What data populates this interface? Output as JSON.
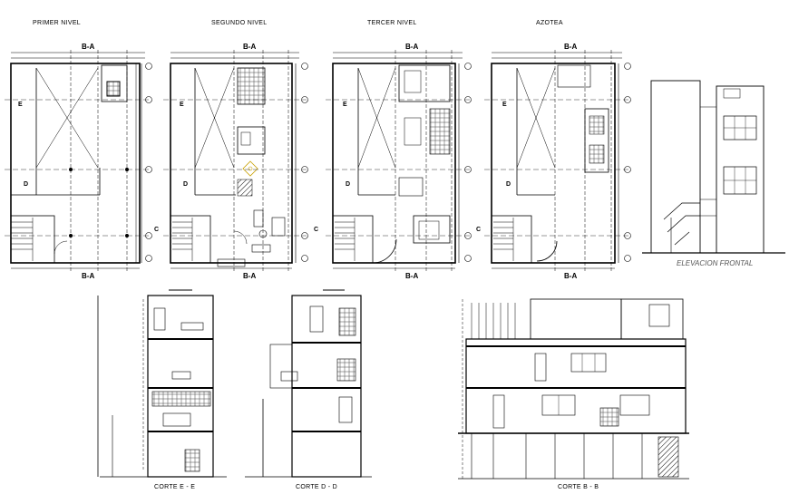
{
  "plans": [
    {
      "title": "PRIMER NIVEL",
      "axis_top": "B-A",
      "axis_bottom": "B-A"
    },
    {
      "title": "SEGUNDO NIVEL",
      "axis_top": "B-A",
      "axis_bottom": "B-A"
    },
    {
      "title": "TERCER NIVEL",
      "axis_top": "B-A",
      "axis_bottom": "B-A"
    },
    {
      "title": "AZOTEA",
      "axis_top": "B-A",
      "axis_bottom": "B-A"
    }
  ],
  "elevation": {
    "title": "ELEVACION FRONTAL"
  },
  "sections": [
    {
      "title": "CORTE E - E"
    },
    {
      "title": "CORTE D - D"
    },
    {
      "title": "CORTE B - B"
    }
  ],
  "side_letters": {
    "e": "E",
    "d": "D",
    "c": "C"
  }
}
